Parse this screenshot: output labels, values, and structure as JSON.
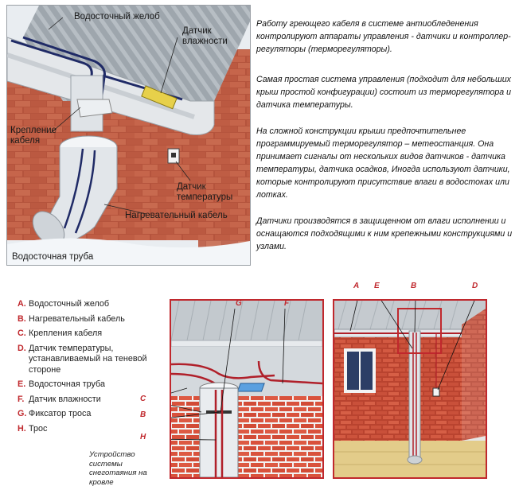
{
  "top_diagram": {
    "labels": {
      "gutter": "Водосточный желоб",
      "humidity_sensor": "Датчик влажности",
      "cable_mount": "Крепление кабеля",
      "temperature_sensor": "Датчик температуры",
      "heating_cable": "Нагревательный кабель",
      "downpipe": "Водосточная труба"
    }
  },
  "text": {
    "p1": "Работу греющего кабеля в системе антиобледенения контролируют аппараты управления - датчики и контроллер-регуляторы (терморегуляторы).",
    "p2": "Самая простая система управления (подходит для небольших крыш простой конфигурации) состоит из терморегулятора и датчика температуры.",
    "p3": "На сложной конструкции крыши предпочтительнее программируемый терморегулятор – метеостанция. Она принимает сигналы от нескольких видов датчиков - датчика температуры, датчика осадков, Иногда используют датчики, которые контролируют присутствие влаги в водостоках или лотках.",
    "p4": "Датчики производятся в защищенном от влаги исполнении и оснащаются подходящими к ним крепежными конструкциями и узлами."
  },
  "legend": [
    {
      "letter": "A.",
      "text": "Водосточный желоб"
    },
    {
      "letter": "B.",
      "text": "Нагревательный кабель"
    },
    {
      "letter": "C.",
      "text": "Крепления кабеля"
    },
    {
      "letter": "D.",
      "text": "Датчик температуры, устанавливаемый на теневой стороне"
    },
    {
      "letter": "E.",
      "text": "Водосточная труба"
    },
    {
      "letter": "F.",
      "text": "Датчик влажности"
    },
    {
      "letter": "G.",
      "text": "Фиксатор троса"
    },
    {
      "letter": "H.",
      "text": "Трос"
    }
  ],
  "caption": "Устройство системы снеготаяния на кровле",
  "mid_letters": {
    "g": "G",
    "f": "F",
    "c": "C",
    "b": "B",
    "h": "H"
  },
  "right_letters": {
    "a": "A",
    "e": "E",
    "b": "B",
    "d": "D"
  },
  "colors": {
    "accent_red": "#c0282d",
    "brick": "#c9553f",
    "roof": "#a9b0b6",
    "cable": "#b0202a"
  }
}
